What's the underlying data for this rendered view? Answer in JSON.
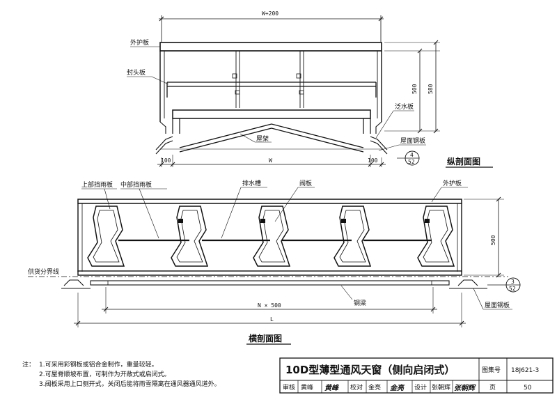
{
  "longitudinal": {
    "caption": "纵剖面图",
    "labels": {
      "outer_panel": "外护板",
      "end_panel": "封头板",
      "flashing": "泛水板",
      "truss": "屋架",
      "roof_steel": "屋面钢板"
    },
    "dims": {
      "top": "W+200",
      "h1": "500",
      "h2": "580",
      "left": "100",
      "mid": "W",
      "right": "100"
    },
    "ref": {
      "num": "4",
      "den": "52"
    }
  },
  "transverse": {
    "caption": "横剖面图",
    "labels": {
      "upper_baffle": "上部挡雨板",
      "middle_baffle": "中部挡雨板",
      "gutter": "排水槽",
      "valve": "阀板",
      "outer_panel": "外护板",
      "supply_line": "供货分界线",
      "steel_beam": "钢梁",
      "roof_steel": "屋面钢板"
    },
    "dims": {
      "h": "500",
      "span": "N × 500",
      "total": "L"
    },
    "ref": {
      "num": "3",
      "den": "52"
    }
  },
  "notes": {
    "prefix": "注：",
    "items": [
      "1.可采用彩钢板或铝合金制作，重量较轻。",
      "2.可屋脊顺坡布置，可制作为开敞式或启闭式。",
      "3.阀板采用上口侧开式，关闭后能将雨雪隔离在通风器通风道外。"
    ]
  },
  "title_block": {
    "title": "10D型薄型通风天窗（侧向启闭式）",
    "atlas_label": "图集号",
    "atlas_no": "18J621-3",
    "review_label": "审核",
    "review_name": "黄峰",
    "review_sig": "黄峰",
    "check_label": "校对",
    "check_name": "金亮",
    "check_sig": "金亮",
    "design_label": "设计",
    "design_name": "张朝辉",
    "design_sig": "张朝辉",
    "page_label": "页",
    "page_no": "50"
  }
}
